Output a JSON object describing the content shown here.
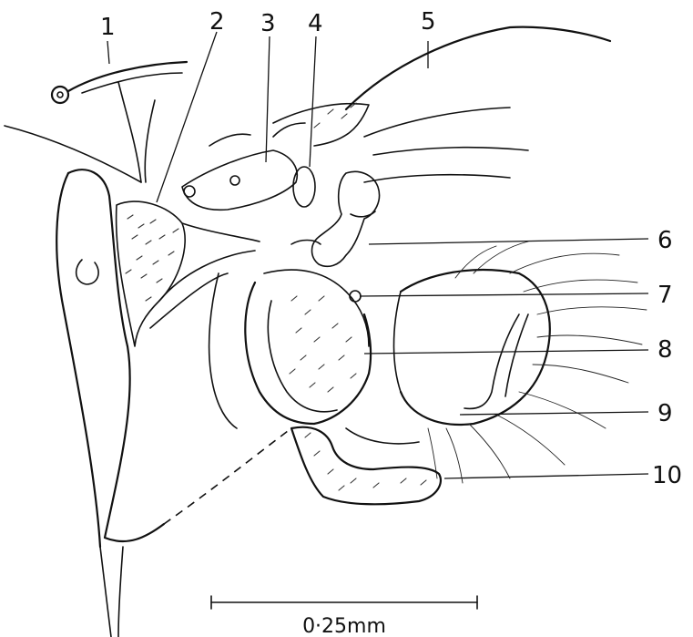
{
  "labels": [
    "1",
    "2",
    "3",
    "4",
    "5",
    "6",
    "7",
    "8",
    "9",
    "10"
  ],
  "scale_bar": {
    "label": "0·25mm"
  }
}
